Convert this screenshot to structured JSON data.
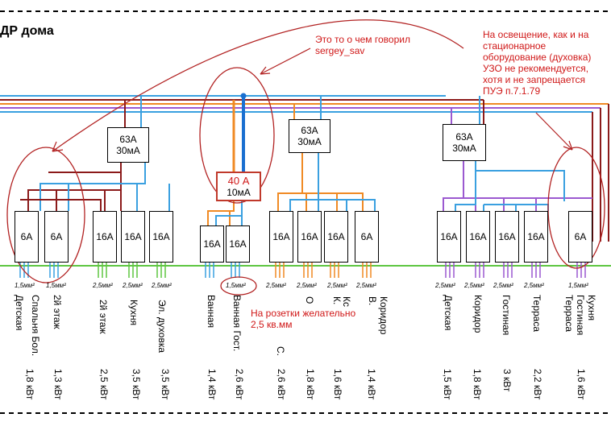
{
  "title": "ДР дома",
  "notes": {
    "sergey": "Это то о чем говорил\nsergey_sav",
    "lighting": "На освещение, как и на\nстационарное\nоборудование (духовка)\nУЗО не рекомендуется,\nхотя и не запрещается\nПУЭ п.7.1.79",
    "sockets": "На розетки желательно\n2,5 кв.мм"
  },
  "rcds": [
    {
      "rating": "63А",
      "current": "30мА"
    },
    {
      "rating": "40 А",
      "current": "10мА"
    },
    {
      "rating": "63А",
      "current": "30мА"
    },
    {
      "rating": "63А",
      "current": "30мА"
    }
  ],
  "breakers": [
    "6А",
    "6А",
    "16А",
    "16А",
    "16А",
    "16А",
    "16А",
    "16А",
    "16А",
    "16А",
    "6А",
    "16А",
    "16А",
    "16А",
    "16А",
    "6А"
  ],
  "wire_sizes": [
    "1,5мм²",
    "1,5мм²",
    "2,5мм²",
    "2,5мм²",
    "2,5мм²",
    "1,5мм²",
    "2,5мм²",
    "2,5мм²",
    "2,5мм²",
    "2,5мм²",
    "2,5мм²",
    "2,5мм²",
    "2,5мм²",
    "2,5мм²",
    "1,5мм²"
  ],
  "circuits": [
    "Детская",
    "Спальня Бол.",
    "2й этаж",
    "2й этаж",
    "Кухня",
    "Эл. духовка",
    "Ванная",
    "Ванная Гост.",
    "С.",
    "О",
    "К.",
    "Кс",
    "Коридор",
    "В.",
    "Детская",
    "Коридор",
    "Гостиная",
    "Терраса",
    "Терраса",
    "Гостиная",
    "Кухня"
  ],
  "powers": [
    "1,8 кВт",
    "1,3 кВт",
    "2,5 кВт",
    "3,5 кВт",
    "3,5 кВт",
    "1,4 кВт",
    "2,6 кВт",
    "2,6 кВт",
    "1,8 кВт",
    "1,6 кВт",
    "1,4 кВт",
    "1,5 кВт",
    "1,8 кВт",
    "3 кВт",
    "2,2 кВт",
    "1,6 кВт"
  ],
  "colors": {
    "red_note": "#d01818",
    "blue": "#3aa0e0",
    "dark_red": "#8b1a1a",
    "orange": "#f08a24",
    "purple": "#9b59d0",
    "green": "#5ec641",
    "circle": "#b22222",
    "arrow": "#b22222"
  }
}
